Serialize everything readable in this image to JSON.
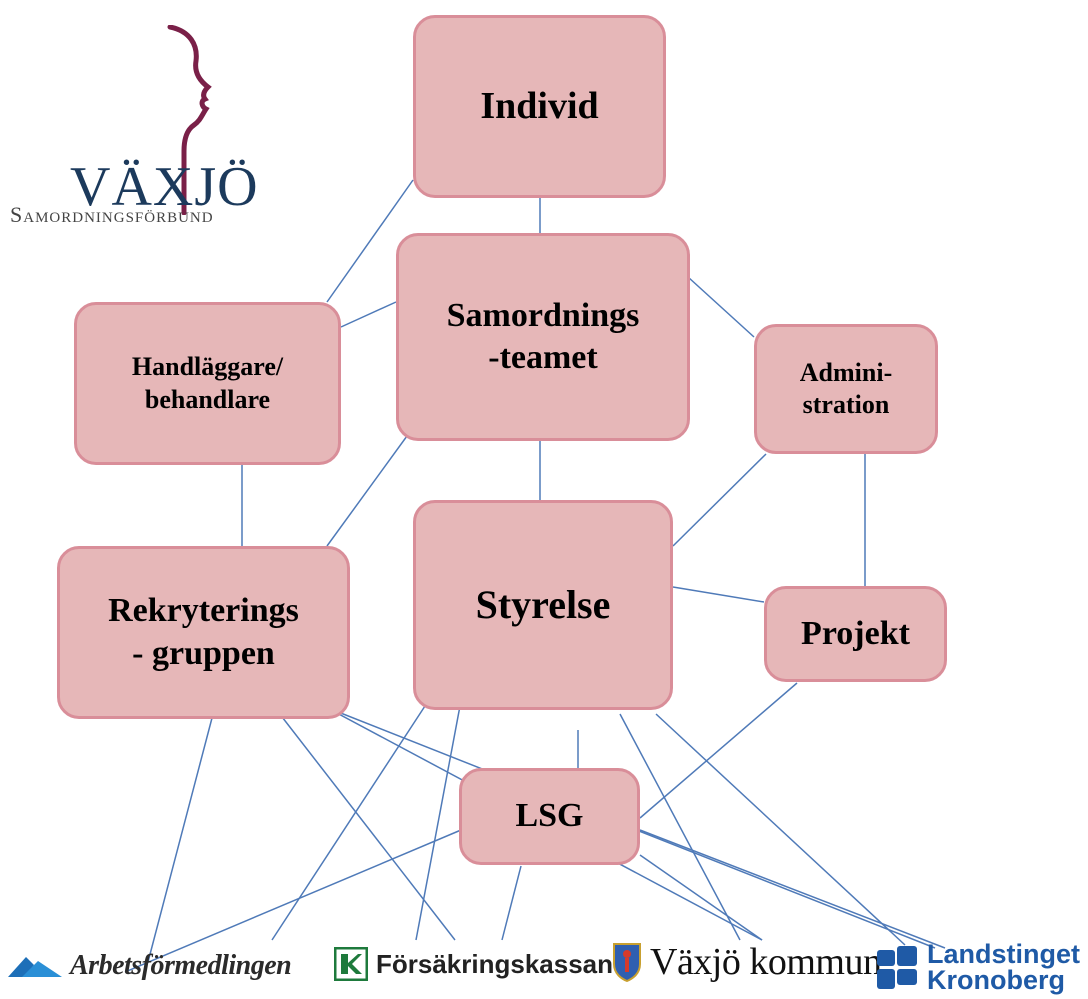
{
  "diagram": {
    "nodes": {
      "individ": "Individ",
      "samordningsteamet": "Samordnings\n-teamet",
      "handlaggare": "Handläggare/\nbehandlare",
      "administration": "Admini-\nstration",
      "rekryteringsgruppen": "Rekryterings\n- gruppen",
      "styrelse": "Styrelse",
      "projekt": "Projekt",
      "lsg": "LSG"
    }
  },
  "logo": {
    "name": "VÄXJÖ",
    "subtitle": "Samordningsförbund",
    "brand_color": "#1c3a5c",
    "accent_color": "#7a2048"
  },
  "organizations": {
    "arbetsformedlingen": "Arbetsförmedlingen",
    "forsakringskassan": "Försäkringskassan",
    "vaxjo_kommun": "Växjö kommun",
    "landstinget_line1": "Landstinget",
    "landstinget_line2": "Kronoberg"
  },
  "colors": {
    "box_fill": "#e6b7b8",
    "box_border": "#d98e99",
    "edge": "#4f7ab8"
  }
}
